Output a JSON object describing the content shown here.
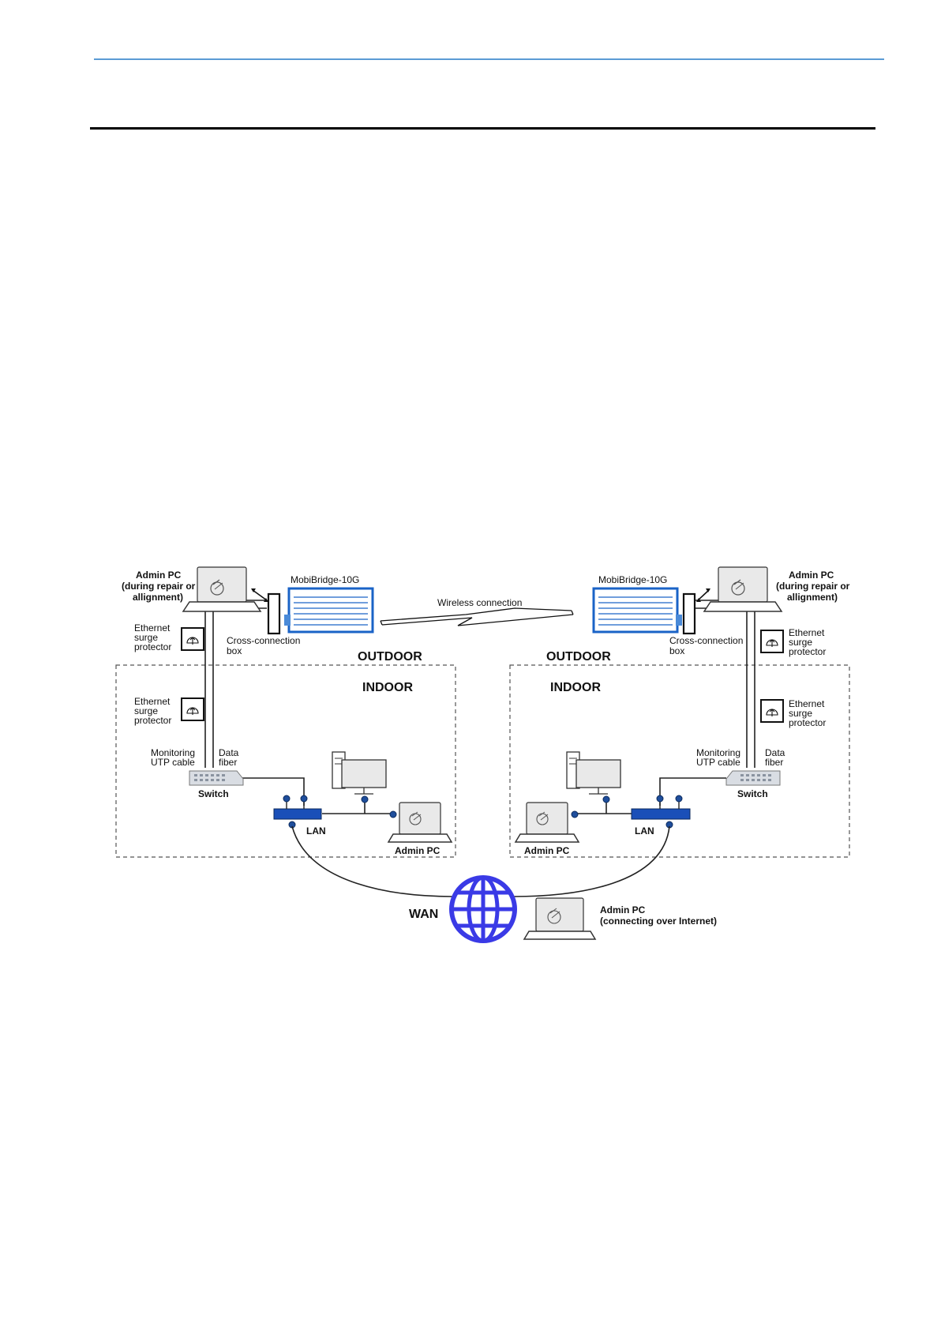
{
  "document": {
    "header_rule_color": "#5b9bd5",
    "divider_rule_color": "#000000"
  },
  "diagram": {
    "colors": {
      "device_blue": "#1a63c7",
      "globe_blue": "#3a3ae6",
      "lan_blue": "#1a4fb8"
    },
    "zones": {
      "outdoor": "OUTDOOR",
      "indoor": "INDOOR"
    },
    "wireless_label": "Wireless connection",
    "left": {
      "device": "MobiBridge-10G",
      "admin_pc_field_line1": "Admin PC",
      "admin_pc_field_line2": "(during repair or",
      "admin_pc_field_line3": "allignment)",
      "cross_box_line1": "Cross-connection",
      "cross_box_line2": "box",
      "surge_outdoor": [
        "Ethernet",
        "surge",
        "protector"
      ],
      "surge_indoor": [
        "Ethernet",
        "surge",
        "protector"
      ],
      "monitoring_line1": "Monitoring",
      "monitoring_line2": "UTP cable",
      "data_line1": "Data",
      "data_line2": "fiber",
      "switch": "Switch",
      "lan": "LAN",
      "admin_pc_local": "Admin PC"
    },
    "right": {
      "device": "MobiBridge-10G",
      "admin_pc_field_line1": "Admin PC",
      "admin_pc_field_line2": "(during repair or",
      "admin_pc_field_line3": "allignment)",
      "cross_box_line1": "Cross-connection",
      "cross_box_line2": "box",
      "surge_outdoor": [
        "Ethernet",
        "surge",
        "protector"
      ],
      "surge_indoor": [
        "Ethernet",
        "surge",
        "protector"
      ],
      "monitoring_line1": "Monitoring",
      "monitoring_line2": "UTP cable",
      "data_line1": "Data",
      "data_line2": "fiber",
      "switch": "Switch",
      "lan": "LAN",
      "admin_pc_local": "Admin PC"
    },
    "wan": {
      "label": "WAN",
      "admin_pc_line1": "Admin PC",
      "admin_pc_line2": "(connecting over Internet)"
    }
  }
}
